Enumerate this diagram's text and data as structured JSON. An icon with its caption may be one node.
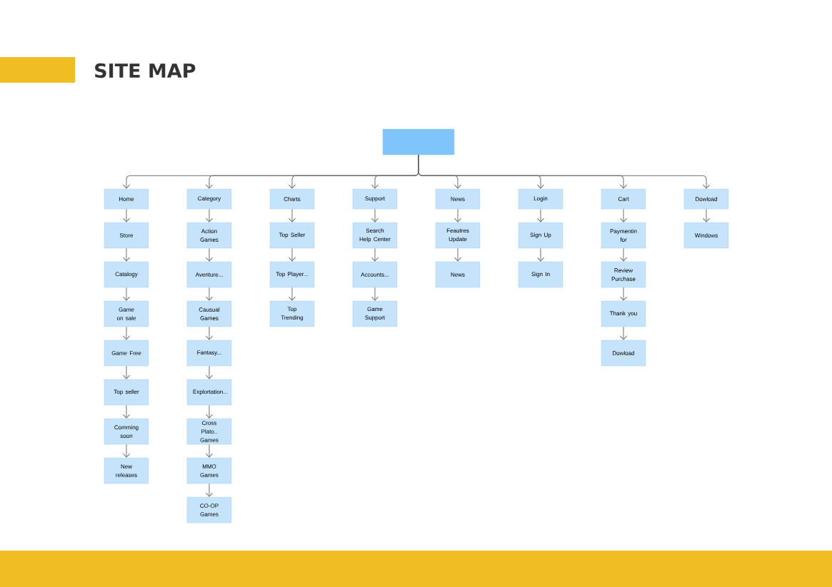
{
  "diagram": {
    "title": "SITE MAP",
    "nodes": [
      {
        "text": [],
        "shape": "box"
      },
      {
        "text": [
          "Home"
        ]
      },
      {
        "text": [
          "Store"
        ]
      },
      {
        "text": [
          "Catalogy"
        ]
      },
      {
        "text": [
          "Game on sale"
        ]
      },
      {
        "text": [
          "Game Free"
        ]
      },
      {
        "text": [
          "Top seller"
        ]
      },
      {
        "text": [
          "Comming soon"
        ]
      },
      {
        "text": [
          "New releases"
        ]
      },
      {
        "text": [
          "Category"
        ]
      },
      {
        "text": [
          "Action Games"
        ]
      },
      {
        "text": [
          "Aventure..."
        ]
      },
      {
        "text": [
          "Causual Games"
        ]
      },
      {
        "text": [
          "Fantasy..."
        ]
      },
      {
        "text": [
          "Explortation..."
        ]
      },
      {
        "text": [
          "Cross Plato.. Games"
        ]
      },
      {
        "text": [
          "MMO Games"
        ]
      },
      {
        "text": [
          "CO-OP Games"
        ]
      },
      {
        "text": [
          "Charts"
        ]
      },
      {
        "text": [
          "Top Seller"
        ]
      },
      {
        "text": [
          "Top Player..."
        ]
      },
      {
        "text": [
          "Top Trending"
        ]
      },
      {
        "text": [
          "Support"
        ]
      },
      {
        "text": [
          "Search Help Center"
        ]
      },
      {
        "text": [
          "Accounts..."
        ]
      },
      {
        "text": [
          "Game Support"
        ]
      },
      {
        "text": [
          "News"
        ]
      },
      {
        "text": [
          "Feautres Update"
        ]
      },
      {
        "text": [
          "News"
        ]
      },
      {
        "text": [
          "Login"
        ]
      },
      {
        "text": [
          "Sign Up"
        ]
      },
      {
        "text": [
          "Sign In"
        ]
      },
      {
        "text": [
          "Cart"
        ]
      },
      {
        "text": [
          "Paymentin for"
        ]
      },
      {
        "text": [
          "Review Purchase"
        ]
      },
      {
        "text": [
          "Thank you"
        ]
      },
      {
        "text": [
          "Dowload"
        ]
      },
      {
        "text": [
          "Dowload"
        ]
      },
      {
        "text": [
          "Windows"
        ]
      }
    ],
    "edges": [
      {
        "from": 0,
        "to": 1,
        "arrow": "to"
      },
      {
        "from": 0,
        "to": 9,
        "arrow": "to"
      },
      {
        "from": 0,
        "to": 18,
        "arrow": "to"
      },
      {
        "from": 0,
        "to": 22,
        "arrow": "to"
      },
      {
        "from": 0,
        "to": 26,
        "arrow": "to"
      },
      {
        "from": 0,
        "to": 29,
        "arrow": "to"
      },
      {
        "from": 0,
        "to": 32,
        "arrow": "to"
      },
      {
        "from": 0,
        "to": 37,
        "arrow": "to"
      },
      {
        "from": 1,
        "to": 2,
        "arrow": "to"
      },
      {
        "from": 2,
        "to": 3,
        "arrow": "to"
      },
      {
        "from": 3,
        "to": 4,
        "arrow": "to"
      },
      {
        "from": 4,
        "to": 5,
        "arrow": "to"
      },
      {
        "from": 5,
        "to": 6,
        "arrow": "to"
      },
      {
        "from": 6,
        "to": 7,
        "arrow": "to"
      },
      {
        "from": 7,
        "to": 8,
        "arrow": "to"
      },
      {
        "from": 9,
        "to": 10,
        "arrow": "to"
      },
      {
        "from": 10,
        "to": 11,
        "arrow": "to"
      },
      {
        "from": 11,
        "to": 12,
        "arrow": "to"
      },
      {
        "from": 12,
        "to": 13,
        "arrow": "to"
      },
      {
        "from": 13,
        "to": 14,
        "arrow": "to"
      },
      {
        "from": 14,
        "to": 15,
        "arrow": "to"
      },
      {
        "from": 15,
        "to": 16,
        "arrow": "to"
      },
      {
        "from": 16,
        "to": 17,
        "arrow": "to"
      },
      {
        "from": 18,
        "to": 19,
        "arrow": "to"
      },
      {
        "from": 19,
        "to": 20,
        "arrow": "to"
      },
      {
        "from": 20,
        "to": 21,
        "arrow": "to"
      },
      {
        "from": 22,
        "to": 23,
        "arrow": "to"
      },
      {
        "from": 23,
        "to": 24,
        "arrow": "to"
      },
      {
        "from": 24,
        "to": 25,
        "arrow": "to"
      },
      {
        "from": 26,
        "to": 27,
        "arrow": "to"
      },
      {
        "from": 27,
        "to": 28,
        "arrow": "to"
      },
      {
        "from": 29,
        "to": 30,
        "arrow": "to"
      },
      {
        "from": 30,
        "to": 31,
        "arrow": "to"
      },
      {
        "from": 32,
        "to": 33,
        "arrow": "to"
      },
      {
        "from": 33,
        "to": 34,
        "arrow": "to"
      },
      {
        "from": 34,
        "to": 35,
        "arrow": "to"
      },
      {
        "from": 35,
        "to": 36,
        "arrow": "to"
      },
      {
        "from": 37,
        "to": 38,
        "arrow": "to"
      }
    ]
  }
}
